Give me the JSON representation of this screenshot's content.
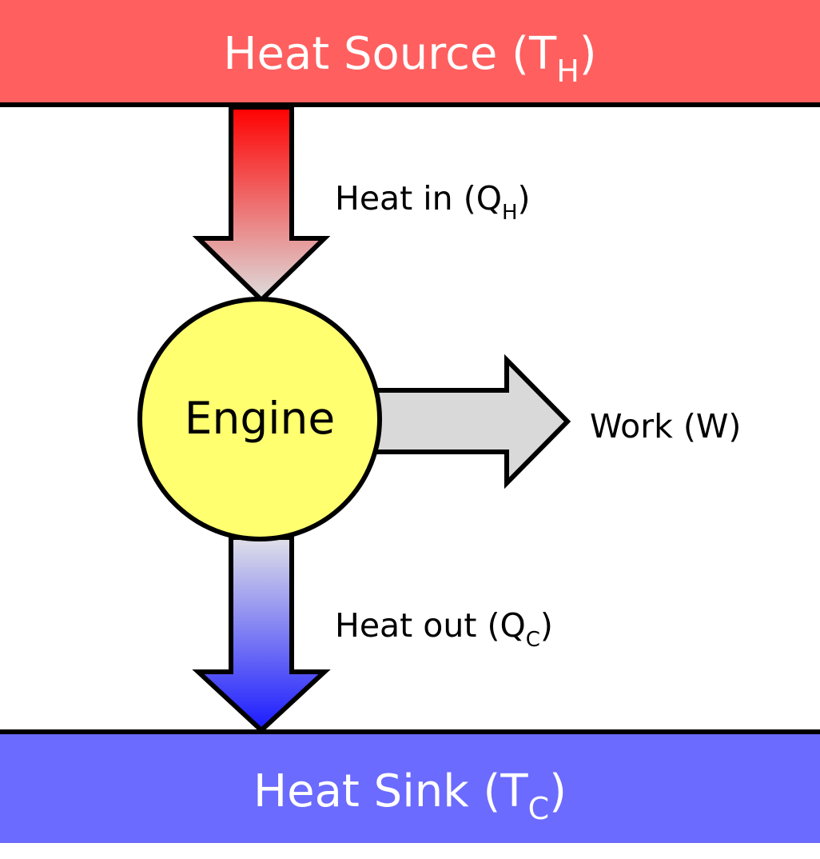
{
  "source": {
    "label": "Heat Source (T",
    "subscript": "H",
    "closing": ")",
    "color": "#ff5f5f"
  },
  "sink": {
    "label": "Heat Sink (T",
    "subscript": "C",
    "closing": ")",
    "color": "#6b6bff"
  },
  "engine": {
    "label": "Engine",
    "color": "#ffff70"
  },
  "heat_in": {
    "label": "Heat in (Q",
    "subscript": "H",
    "closing": ")",
    "gradient_from": "#ff0000",
    "gradient_to": "#dddddd"
  },
  "work": {
    "label": "Work (W)",
    "color": "#d9d9d9"
  },
  "heat_out": {
    "label": "Heat out (Q",
    "subscript": "C",
    "closing": ")",
    "gradient_from": "#e0e0e8",
    "gradient_to": "#1a1aff"
  }
}
